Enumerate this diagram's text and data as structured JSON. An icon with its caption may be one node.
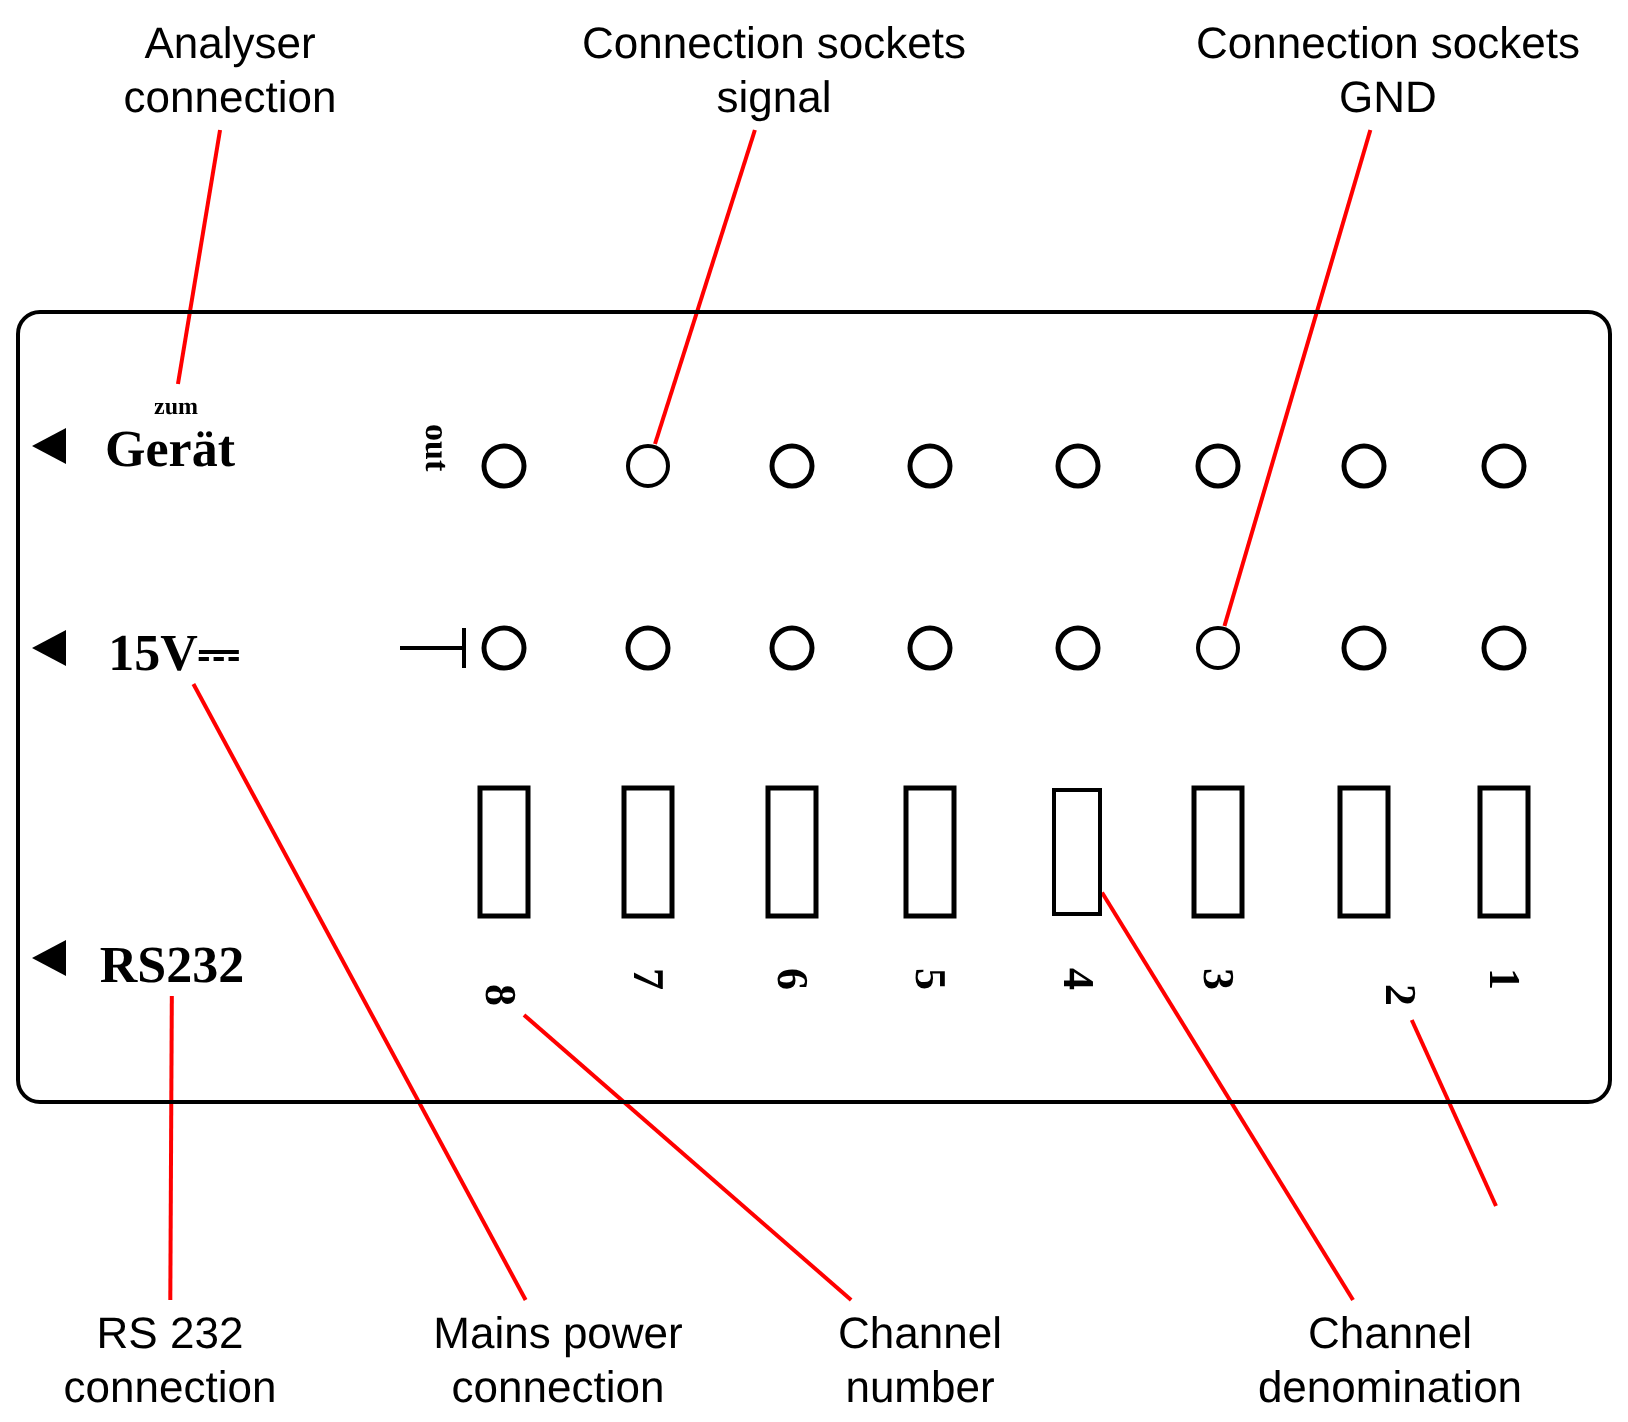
{
  "diagram": {
    "nodes": [
      {
        "text": [
          "Analyser connection"
        ]
      },
      {
        "text": [
          "Connection sockets signal"
        ]
      },
      {
        "text": [
          "Connection sockets GND"
        ]
      },
      {
        "text": [],
        "shape": "box"
      },
      {
        "text": [
          "zum",
          "Gerät"
        ],
        "in": 3
      },
      {
        "text": [
          "15V⎓"
        ],
        "in": 3
      },
      {
        "text": [
          "RS232"
        ],
        "in": 3
      },
      {
        "text": [],
        "shape": "circle",
        "in": 3
      },
      {
        "text": [],
        "shape": "circle",
        "in": 3
      },
      {
        "text": [
          "8"
        ],
        "in": 3
      },
      {
        "text": [],
        "shape": "box",
        "in": 3
      },
      {
        "text": [
          "2"
        ],
        "in": 3
      },
      {
        "text": [
          "RS 232 connection"
        ]
      },
      {
        "text": [
          "Mains power connection"
        ]
      },
      {
        "text": [
          "Channel number"
        ]
      },
      {
        "text": [
          "Channel denomination"
        ]
      }
    ],
    "edges": [
      {
        "from": 0,
        "to": 4,
        "arrow": "none"
      },
      {
        "from": 1,
        "to": 7,
        "arrow": "none"
      },
      {
        "from": 2,
        "to": 8,
        "arrow": "none"
      },
      {
        "from": 12,
        "to": 6,
        "arrow": "none"
      },
      {
        "from": 13,
        "to": 5,
        "arrow": "none"
      },
      {
        "from": 14,
        "to": 9,
        "arrow": "none"
      },
      {
        "from": 15,
        "to": 10,
        "arrow": "none"
      },
      {
        "from": null,
        "to": 11,
        "arrow": "none"
      }
    ],
    "labels": [
      "out",
      "7",
      "6",
      "5",
      "4",
      "3",
      "1"
    ]
  }
}
